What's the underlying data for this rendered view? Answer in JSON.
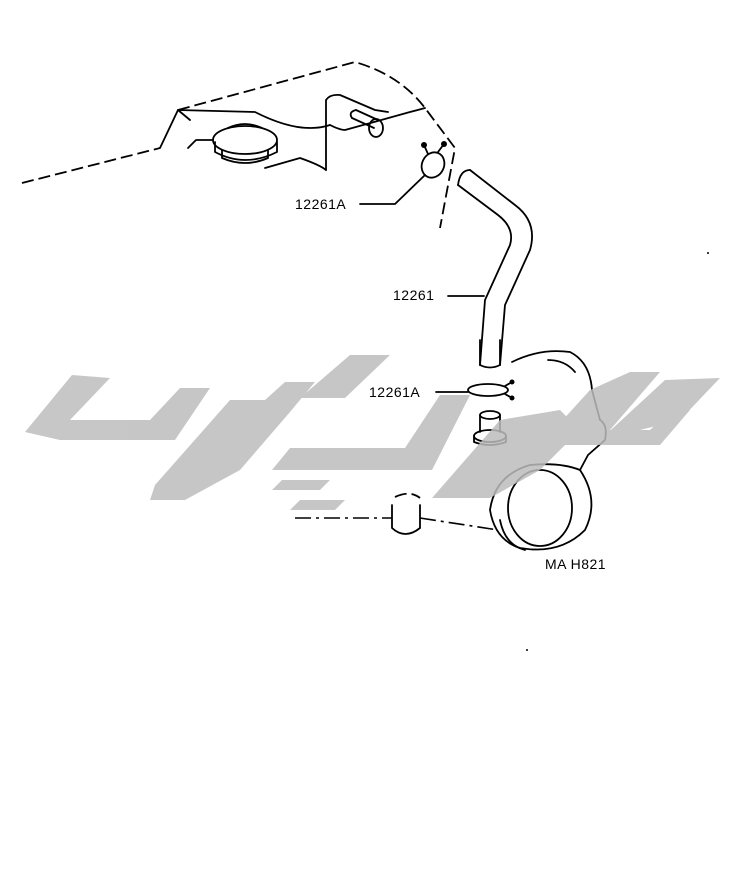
{
  "diagram": {
    "callouts": [
      {
        "id": "clamp-upper",
        "text": "12261A"
      },
      {
        "id": "hose",
        "text": "12261"
      },
      {
        "id": "clamp-lower",
        "text": "12261A"
      }
    ],
    "figure_code": "MA H821"
  },
  "colors": {
    "line": "#000000",
    "watermark": "#bdbdbd",
    "background": "#ffffff"
  }
}
